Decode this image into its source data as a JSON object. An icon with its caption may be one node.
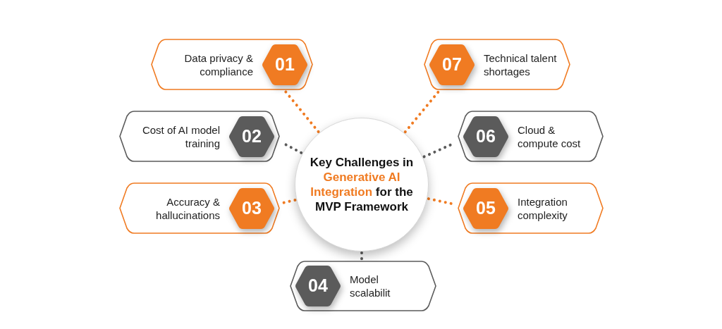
{
  "diagram": {
    "nodes": [
      {
        "text": [
          "Key Challenges in **Generative AI Integration** for the MVP Framework"
        ]
      },
      {
        "text": [
          "Data privacy & compliance",
          "01"
        ]
      },
      {
        "text": [
          "Cost of AI model training",
          "02"
        ]
      },
      {
        "text": [
          "Accuracy & hallucinations",
          "03"
        ]
      },
      {
        "text": [
          "04",
          "Model scalabilit"
        ]
      },
      {
        "text": [
          "05",
          "Integration complexity"
        ]
      },
      {
        "text": [
          "06",
          "Cloud & compute cost"
        ]
      },
      {
        "text": [
          "07",
          "Technical talent shortages"
        ]
      }
    ],
    "edges": [
      {
        "from": 0,
        "to": 1,
        "arrow": "none",
        "style": "dashed"
      },
      {
        "from": 0,
        "to": 2,
        "arrow": "none",
        "style": "dashed",
        "color": "#5b5b5b"
      },
      {
        "from": 0,
        "to": 3,
        "arrow": "none",
        "style": "dashed"
      },
      {
        "from": 0,
        "to": 4,
        "arrow": "none",
        "style": "dashed",
        "color": "#5b5b5b"
      },
      {
        "from": 0,
        "to": 5,
        "arrow": "none",
        "style": "dashed"
      },
      {
        "from": 0,
        "to": 6,
        "arrow": "none",
        "style": "dashed",
        "color": "#5b5b5b"
      },
      {
        "from": 0,
        "to": 7,
        "arrow": "none",
        "style": "dashed"
      }
    ]
  }
}
